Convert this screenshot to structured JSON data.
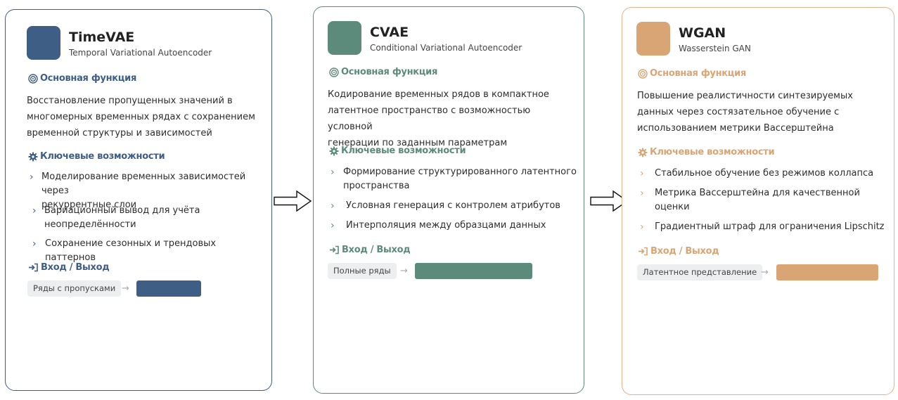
{
  "section_labels": {
    "function": "Основная функция",
    "features": "Ключевые возможности",
    "io": "Вход / Выход"
  },
  "cards": [
    {
      "title": "TimeVAE",
      "subtitle": "Temporal Variational Autoencoder",
      "color": "#3f5e86",
      "description_lines": [
        "Восстановление пропущенных значений в",
        "многомерных временных рядах с сохранением",
        "временной структуры и зависимостей"
      ],
      "features": [
        [
          "Моделирование временных зависимостей через",
          "рекуррентные слои"
        ],
        [
          "Вариационный вывод для учёта",
          "неопределённости"
        ],
        [
          "Сохранение сезонных и трендовых паттернов"
        ]
      ],
      "input": "Ряды с пропусками"
    },
    {
      "title": "CVAE",
      "subtitle": "Conditional Variational Autoencoder",
      "color": "#5d8b7b",
      "description_lines": [
        "Кодирование временных рядов в компактное",
        "латентное пространство с возможностью условной",
        "генерации по заданным параметрам"
      ],
      "features": [
        [
          "Формирование структурированного латентного",
          "пространства"
        ],
        [
          "Условная генерация с контролем атрибутов"
        ],
        [
          "Интерполяция между образцами данных"
        ]
      ],
      "input": "Полные ряды"
    },
    {
      "title": "WGAN",
      "subtitle": "Wasserstein GAN",
      "color": "#d9a574",
      "description_lines": [
        "Повышение реалистичности синтезируемых",
        "данных через состязательное обучение с",
        "использованием метрики Вассерштейна"
      ],
      "features": [
        [
          "Стабильное обучение без режимов коллапса"
        ],
        [
          "Метрика Вассерштейна для качественной",
          "оценки"
        ],
        [
          "Градиентный штраф для ограничения Lipschitz"
        ]
      ],
      "input": "Латентное представление"
    }
  ]
}
